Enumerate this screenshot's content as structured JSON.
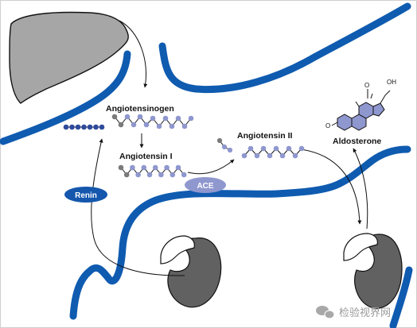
{
  "colors": {
    "vessel": "#0f5bb0",
    "organ_fill": "#a6a6a6",
    "kidney_fill": "#616161",
    "bead_blue": "#8f97cf",
    "bead_dark_blue": "#2f4a9a",
    "bead_gray": "#7a7a7a",
    "pill": "#1457ad",
    "steroid_ring": "#8f97cf"
  },
  "labels": {
    "angiotensinogen": "Angiotensinogen",
    "angiotensin1": "Angiotensin I",
    "angiotensin2": "Angiotensin II",
    "aldosterone": "Aldosterone",
    "renin": "Renin",
    "ace": "ACE"
  },
  "molecule": {
    "oh": "OH",
    "o_top": "O",
    "o_left": "O"
  },
  "icons": {
    "liver": "liver-icon",
    "kidney_left": "kidney-icon",
    "kidney_right": "kidney-icon",
    "watermark": "wechat-icon"
  },
  "watermark": {
    "text": "检验视界网"
  }
}
